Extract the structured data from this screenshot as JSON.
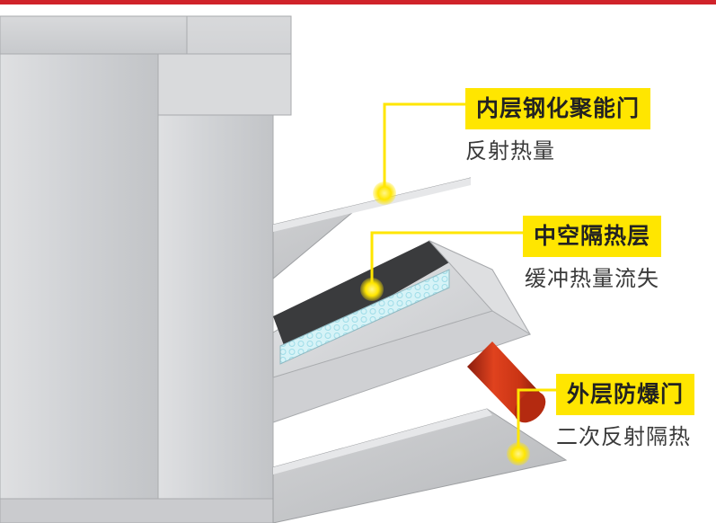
{
  "accent": "#ffe600",
  "top_bar_color": "#d0232a",
  "callouts": [
    {
      "title": "内层钢化聚能门",
      "desc": "反射热量"
    },
    {
      "title": "中空隔热层",
      "desc": "缓冲热量流失"
    },
    {
      "title": "外层防爆门",
      "desc": "二次反射隔热"
    }
  ]
}
